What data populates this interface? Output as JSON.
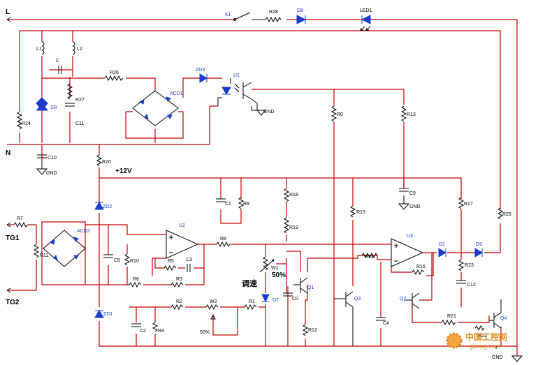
{
  "rails": {
    "line": "L",
    "neutral": "N",
    "supply": "+12V",
    "tg1": "TG1",
    "tg2": "TG2"
  },
  "components": {
    "k1": "K1",
    "r28": "R28",
    "d8": "D8",
    "led1": "LED1",
    "l1": "L1",
    "l2": "L2",
    "c": "C",
    "r26": "R26",
    "zd3": "ZD3",
    "u1": "U1",
    "acd1": "ACD1",
    "gnd": "GND",
    "r27": "R27",
    "sr": "SR",
    "r24": "R24",
    "c11": "C11",
    "r0": "R0",
    "r13": "R13",
    "c10": "C10",
    "r20": "R20",
    "c9": "C9",
    "r18": "R18",
    "c1": "C1",
    "r9": "R9",
    "zd2": "ZD2",
    "r15": "R15",
    "r17": "R17",
    "r25": "R25",
    "r7": "R7",
    "acd2": "ACD2",
    "u2": "U2",
    "r19": "R19",
    "u3": "U3",
    "r11": "R11",
    "r8": "R8",
    "d1": "D1",
    "d9": "D9",
    "c5": "C5",
    "r10": "R10",
    "r14": "R14",
    "r5": "R5",
    "c3": "C3",
    "w1": "W1",
    "pct50": "50%",
    "r16": "R16",
    "r23": "R23",
    "r6": "R6",
    "r3": "R3",
    "q1": "Q1",
    "c12": "C12",
    "d7": "D7",
    "c0": "C0",
    "q3": "Q3",
    "q2": "Q2",
    "zd1": "ZD1",
    "r2": "R2",
    "w2": "W2",
    "r1": "R1",
    "r21": "R21",
    "q4": "Q4",
    "c2": "C2",
    "r4": "R4",
    "c4": "C4",
    "r12": "R12",
    "r22": "R22",
    "w2pct": "50%"
  },
  "speed_label": "调速",
  "watermark": {
    "name": "中国工控网",
    "url": "gkong.com"
  }
}
